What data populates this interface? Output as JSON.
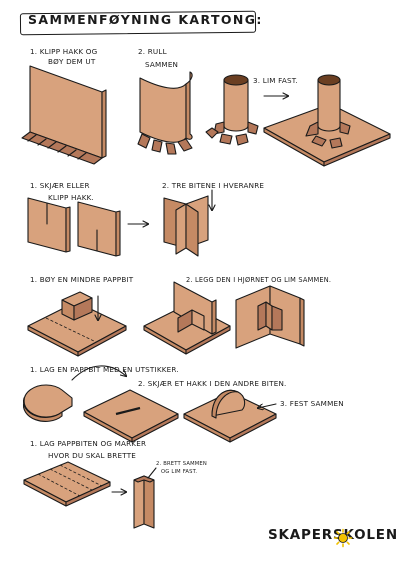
{
  "title": "SAMMENFØYNING KARTONG:",
  "section1": {
    "step1": [
      "1. KLIPP HAKK OG",
      "BØY DEM UT"
    ],
    "step2": [
      "2. RULL",
      "SAMMEN"
    ],
    "step3": "3. LIM FAST."
  },
  "section2": {
    "step1": [
      "1. SKJÆR ELLER",
      "KLIPP HAKK."
    ],
    "step2": "2. TRE BITENE I HVERANRE"
  },
  "section3": {
    "step1": "1. BØY EN MINDRE PAPPBIT",
    "step2": "2. LEGG DEN I HJØRNET OG LIM SAMMEN."
  },
  "section4": {
    "step1": "1. LAG EN PAPPBIT MED EN UTSTIKKER.",
    "step2": "2. SKJÆR ET HAKK I DEN ANDRE BITEN.",
    "step3": "3. FEST SAMMEN"
  },
  "section5": {
    "step1": [
      "1. LAG PAPPBITEN OG MARKER",
      "HVOR DU SKAL BRETTE"
    ],
    "step2": [
      "2. BRETT SAMMEN",
      "OG LIM FAST."
    ]
  },
  "logo": "SKAPERSKOLEN",
  "colors": {
    "cardboard_top": "#d8a27d",
    "cardboard_side": "#c58a64",
    "cardboard_dark": "#b4785a",
    "ink": "#1a1a1a"
  }
}
